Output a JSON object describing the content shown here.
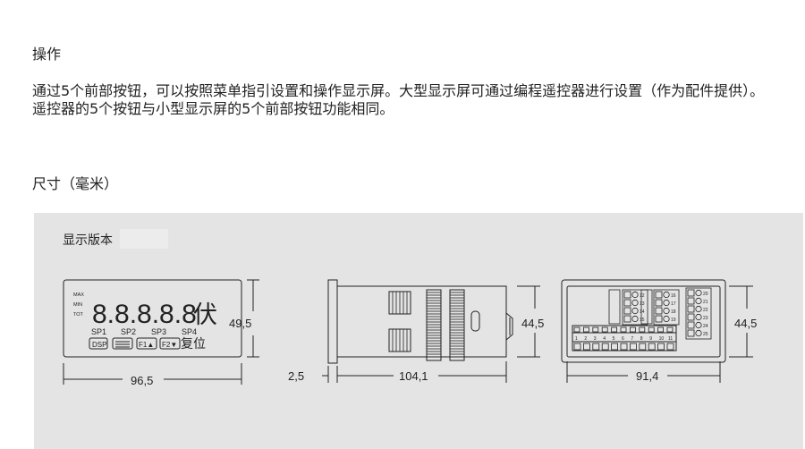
{
  "section_operation": {
    "title": "操作",
    "paragraph": "通过5个前部按钮，可以按照菜单指引设置和操作显示屏。大型显示屏可通过编程遥控器进行设置（作为配件提供）。遥控器的5个按钮与小型显示屏的5个前部按钮功能相同。"
  },
  "section_dimensions": {
    "title": "尺寸（毫米）",
    "panel_title": "显示版本",
    "front_view": {
      "indicators": [
        "MAX",
        "MIN",
        "TOT"
      ],
      "display_digits": "8.8.8.8.8",
      "display_unit": "伏",
      "setpoints": [
        "SP1",
        "SP2",
        "SP3",
        "SP4"
      ],
      "buttons": [
        "DSP",
        "",
        "F1▲",
        "F2▼"
      ],
      "reset_label": "复位",
      "width_label": "96,5",
      "height_label": "49,5"
    },
    "side_view": {
      "offset_label": "2,5",
      "depth_label": "104,1",
      "height_label": "44,5"
    },
    "rear_view": {
      "width_label": "91,4",
      "height_label": "44,5",
      "bottom_terminals": [
        "1",
        "2",
        "3",
        "4",
        "5",
        "6",
        "7",
        "8",
        "9",
        "10",
        "11"
      ],
      "terminal_col1": [
        "12",
        "13",
        "14",
        "15"
      ],
      "terminal_col2": [
        "16",
        "17",
        "18",
        "19"
      ],
      "terminal_col3": [
        "20",
        "21",
        "22",
        "23",
        "24",
        "25"
      ]
    }
  }
}
